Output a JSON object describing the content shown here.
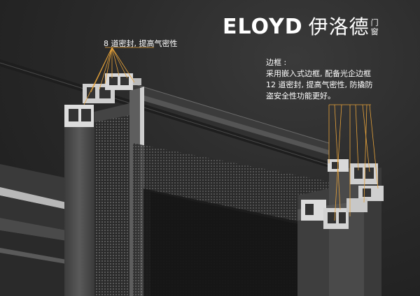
{
  "brand": {
    "logo_word": "ELOYD",
    "logo_cn": "伊洛德",
    "logo_sub_1": "门",
    "logo_sub_2": "窗"
  },
  "callouts": {
    "top": "8 道密封, 提高气密性",
    "right_lines": [
      "边框 :",
      "采用嵌入式边框, 配备光企边框",
      "12 道密封, 提高气密性, 防撬防",
      "盗安全性功能更好。"
    ]
  },
  "colors": {
    "background": "#262626",
    "frame": "#4a4a4a",
    "callout_line": "#e8a33a",
    "text": "#ffffff"
  }
}
